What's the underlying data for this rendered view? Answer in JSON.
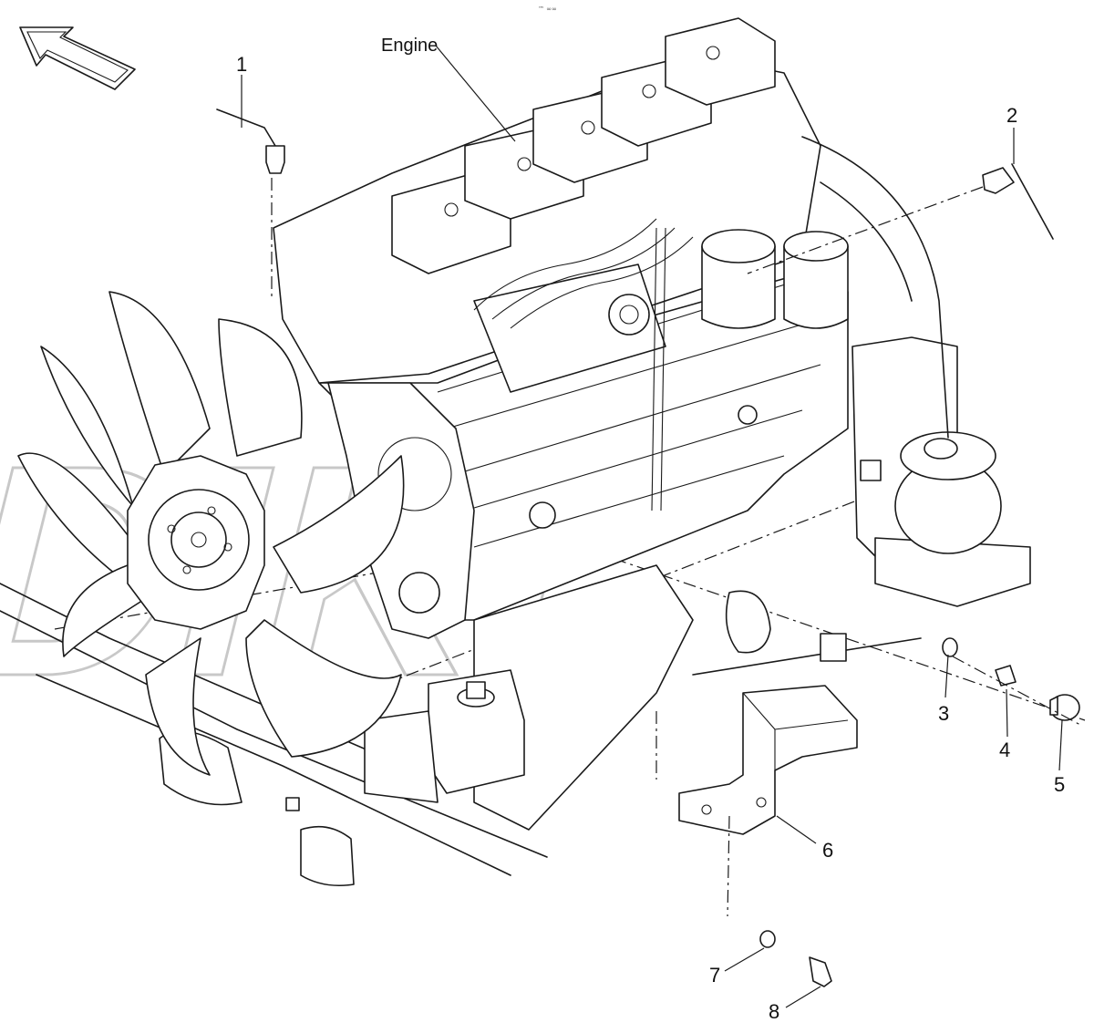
{
  "diagram": {
    "engine_label": "Engine",
    "watermark": "DIKI",
    "corner_mark": "™ ∞∞",
    "callouts": [
      "1",
      "2",
      "3",
      "4",
      "5",
      "6",
      "7",
      "8"
    ],
    "colors": {
      "ink": "#1a1a1a",
      "watermark": "#c8c8c8",
      "background": "#ffffff"
    },
    "icons": [
      "direction-arrow-icon"
    ]
  }
}
